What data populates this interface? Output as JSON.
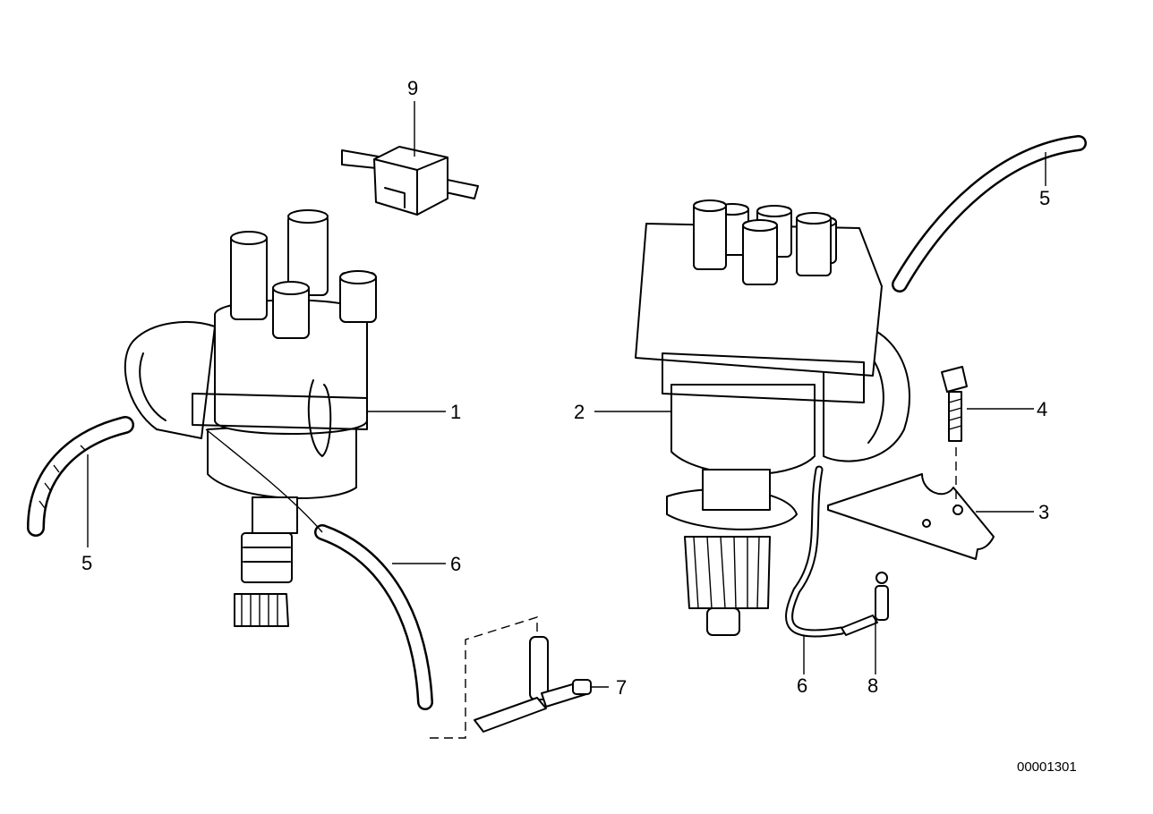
{
  "diagram": {
    "document_number": "00001301",
    "callouts": {
      "c1": "1",
      "c2": "2",
      "c3": "3",
      "c4": "4",
      "c5a": "5",
      "c5b": "5",
      "c6a": "6",
      "c6b": "6",
      "c7": "7",
      "c8": "8",
      "c9": "9"
    }
  }
}
